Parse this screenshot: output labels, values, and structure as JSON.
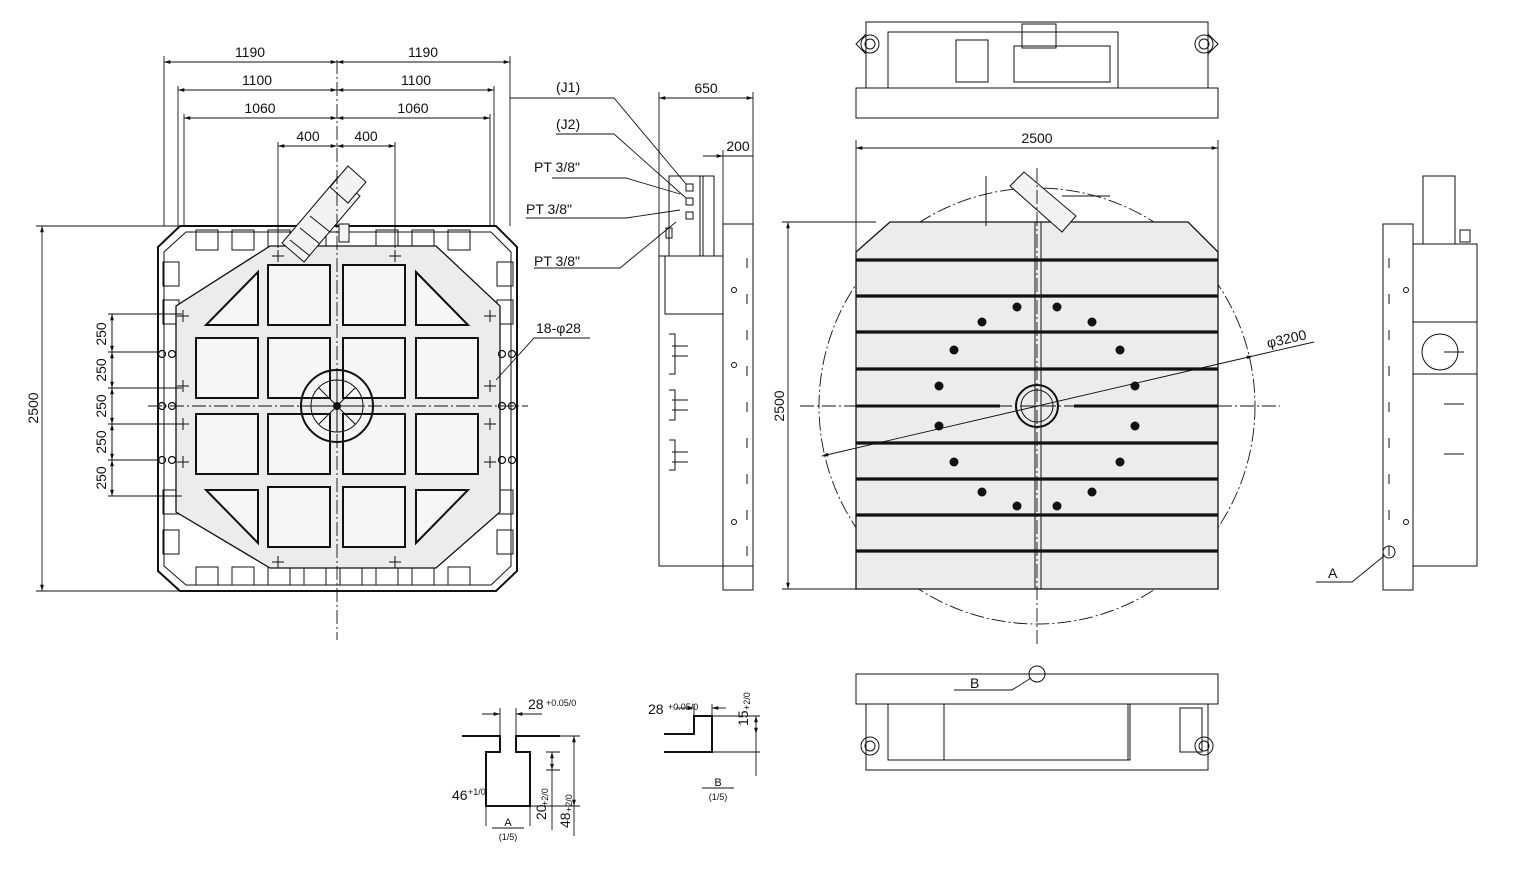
{
  "front_view": {
    "dims_top": [
      "1190",
      "1190",
      "1100",
      "1100",
      "1060",
      "1060",
      "400",
      "400"
    ],
    "height": "2500",
    "pitch": [
      "250",
      "250",
      "250",
      "250",
      "250"
    ]
  },
  "side_view": {
    "width": "650",
    "offset": "200",
    "port_j1": "(J1)",
    "port_j2": "(J2)",
    "pt_labels": [
      "PT 3/8\"",
      "PT 3/8\"",
      "PT 3/8\""
    ],
    "holes": "18-φ28"
  },
  "plan_view": {
    "width": "2500",
    "height": "2500",
    "swing": "φ3200",
    "section_b": "B"
  },
  "right_view": {
    "section_a": "A"
  },
  "detail_a": {
    "top": "28",
    "top_tol": "+0.05/0",
    "left": "46",
    "left_tol": "+1/0",
    "mid": "20",
    "mid_tol": "+2/0",
    "right": "48",
    "right_tol": "+2/0",
    "label": "A",
    "scale": "(1/5)"
  },
  "detail_b": {
    "top": "28",
    "top_tol": "+0.05/0",
    "right": "15",
    "right_tol": "+2/0",
    "label": "B",
    "scale": "(1/5)"
  }
}
